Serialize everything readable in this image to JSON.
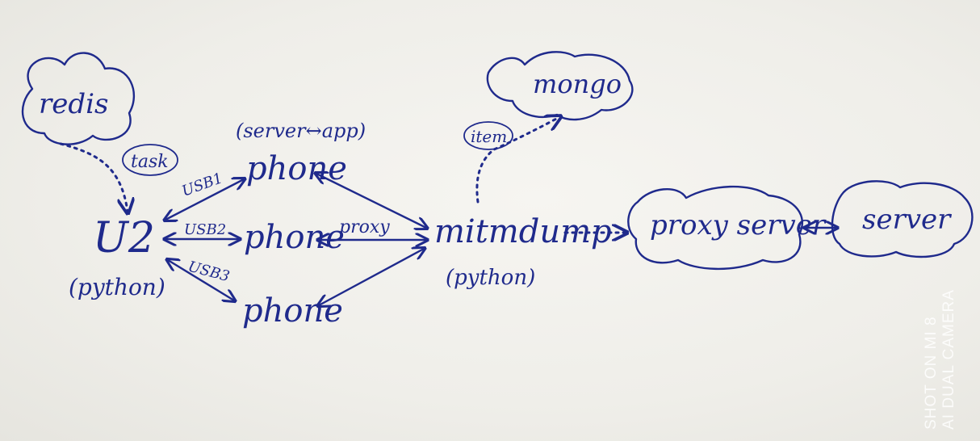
{
  "nodes": {
    "redis": "redis",
    "task": "task",
    "u2": "U2",
    "u2_lang": "(python)",
    "phone_group_label": "(server↔app)",
    "phone1": "phone",
    "phone2": "phone",
    "phone3": "phone",
    "usb1": "USB1",
    "usb2": "USB2",
    "usb3": "USB3",
    "proxy": "proxy",
    "mitmdump": "mitmdump",
    "mitmdump_lang": "(python)",
    "item": "item",
    "mongo": "mongo",
    "proxy_server": "proxy server",
    "server": "server"
  },
  "watermark": {
    "line1": "SHOT ON MI 8",
    "line2": "AI DUAL CAMERA"
  },
  "colors": {
    "ink": "#1f2a8c",
    "paper": "#f1f0ec"
  }
}
